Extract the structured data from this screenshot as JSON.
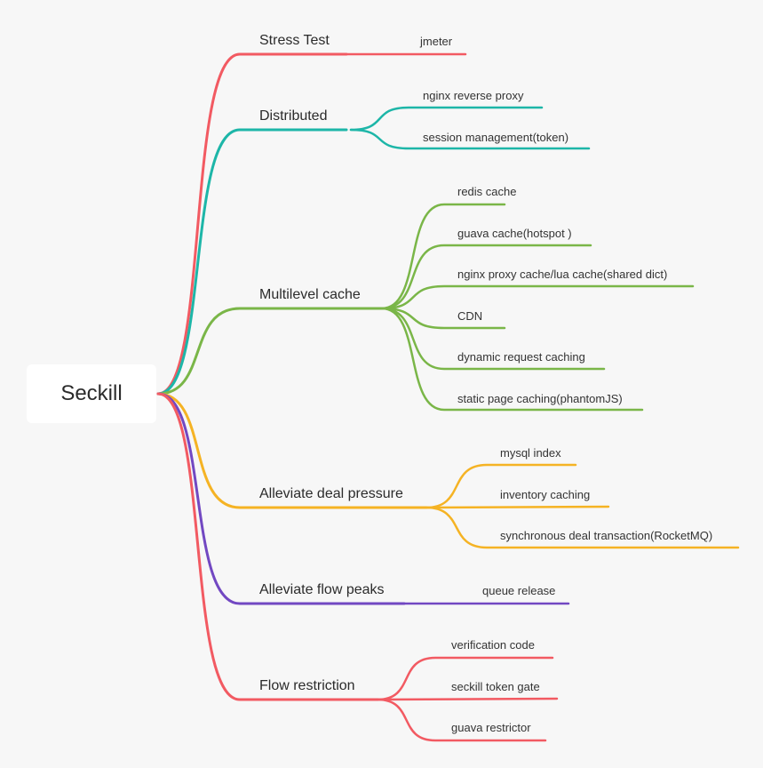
{
  "root": "Seckill",
  "branches": [
    {
      "id": "stress-test",
      "label": "Stress Test",
      "color": "#f25a62",
      "children": [
        "jmeter"
      ]
    },
    {
      "id": "distributed",
      "label": "Distributed",
      "color": "#1db6a8",
      "children": [
        "nginx reverse proxy",
        "session management(token)"
      ]
    },
    {
      "id": "multilevel-cache",
      "label": "Multilevel cache",
      "color": "#7ab648",
      "children": [
        "redis cache",
        "guava cache(hotspot )",
        "nginx proxy cache/lua cache(shared dict)",
        "CDN",
        "dynamic request caching",
        "static page caching(phantomJS)"
      ]
    },
    {
      "id": "alleviate-deal-pressure",
      "label": "Alleviate deal pressure",
      "color": "#f5b324",
      "children": [
        "mysql index",
        "inventory caching",
        "synchronous deal transaction(RocketMQ)"
      ]
    },
    {
      "id": "alleviate-flow-peaks",
      "label": "Alleviate flow peaks",
      "color": "#7248c2",
      "children": [
        "queue release"
      ]
    },
    {
      "id": "flow-restriction",
      "label": "Flow restriction",
      "color": "#f25a62",
      "children": [
        "verification code",
        "seckill token gate",
        "guava restrictor"
      ]
    }
  ]
}
